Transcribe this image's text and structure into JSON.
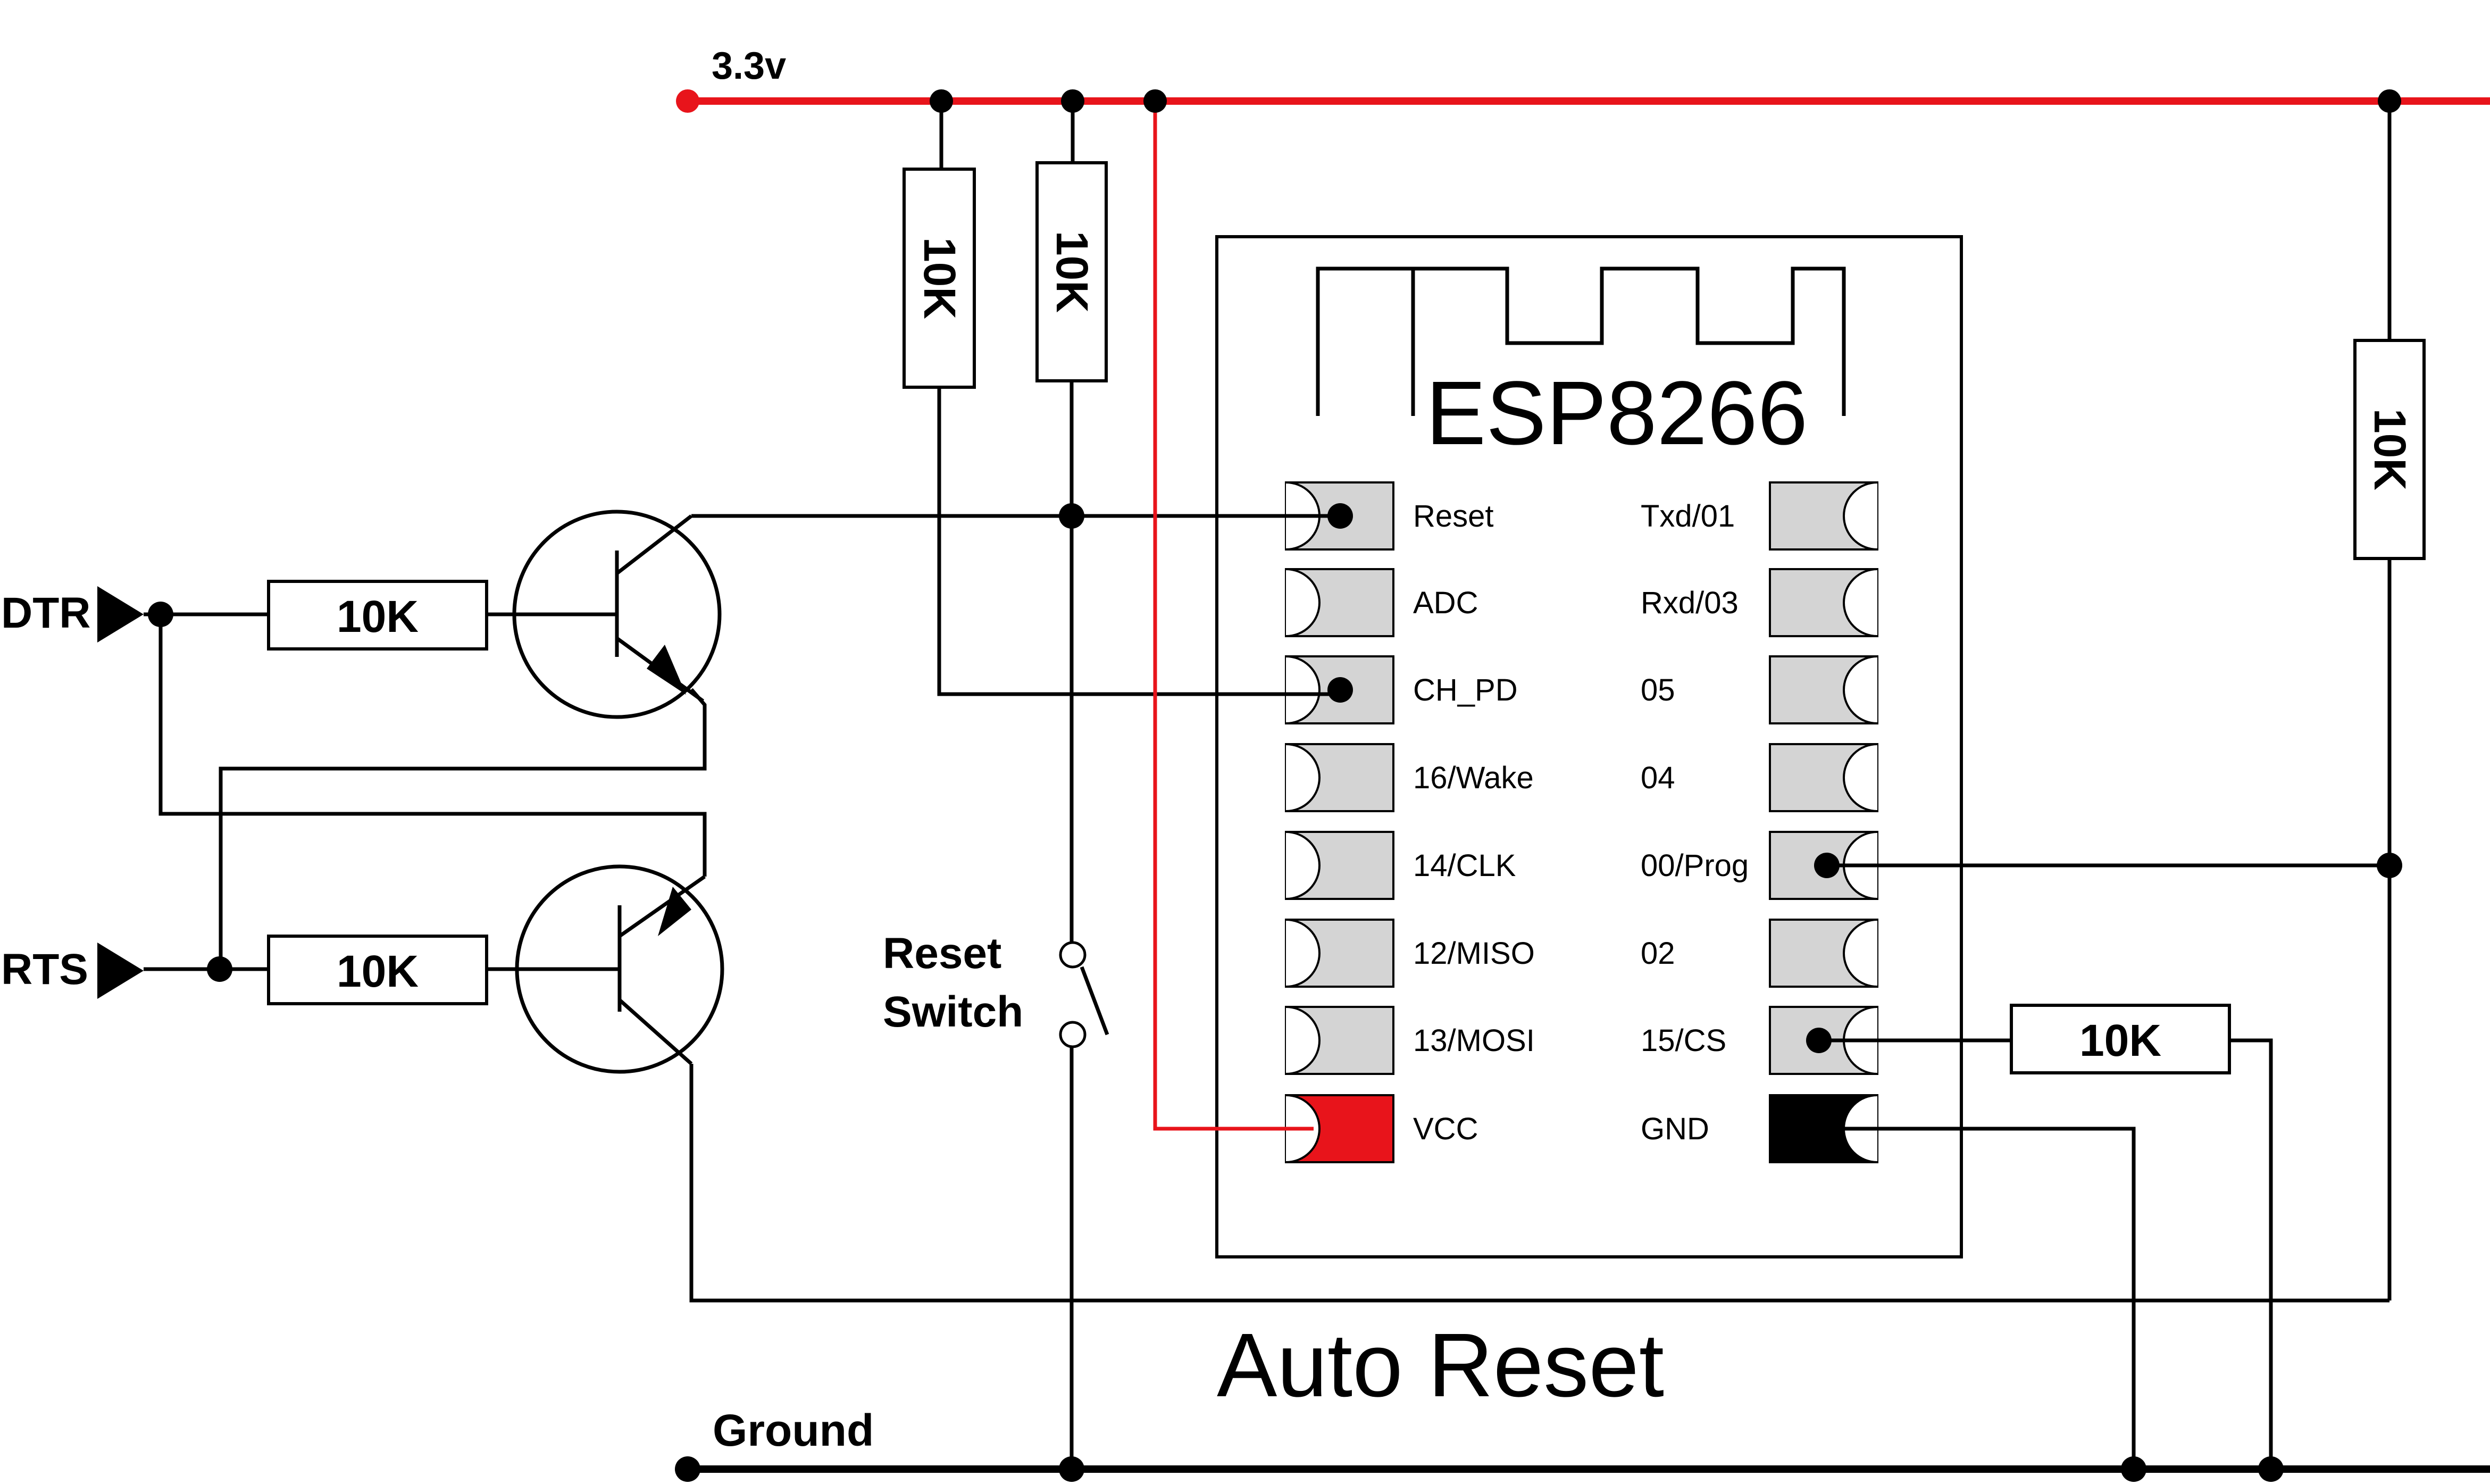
{
  "title": "Auto Reset",
  "rails": {
    "power": "3.3v",
    "ground": "Ground"
  },
  "inputs": {
    "dtr": "DTR",
    "rts": "RTS"
  },
  "resistors": {
    "r_dtr": "10K",
    "r_rts": "10K",
    "r_chpd": "10K",
    "r_reset": "10K",
    "r_gpio0": "10K",
    "r_gpio15": "10K"
  },
  "switch": {
    "line1": "Reset",
    "line2": "Switch"
  },
  "module": {
    "name": "ESP8266",
    "left_pins": [
      "Reset",
      "ADC",
      "CH_PD",
      "16/Wake",
      "14/CLK",
      "12/MISO",
      "13/MOSI",
      "VCC"
    ],
    "right_pins": [
      "Txd/01",
      "Rxd/03",
      "05",
      "04",
      "00/Prog",
      "02",
      "15/CS",
      "GND"
    ]
  },
  "colors": {
    "power": "#e8141b",
    "pad": "#d4d4d4",
    "vcc_pad": "#e8141b",
    "gnd_pad": "#000000"
  }
}
